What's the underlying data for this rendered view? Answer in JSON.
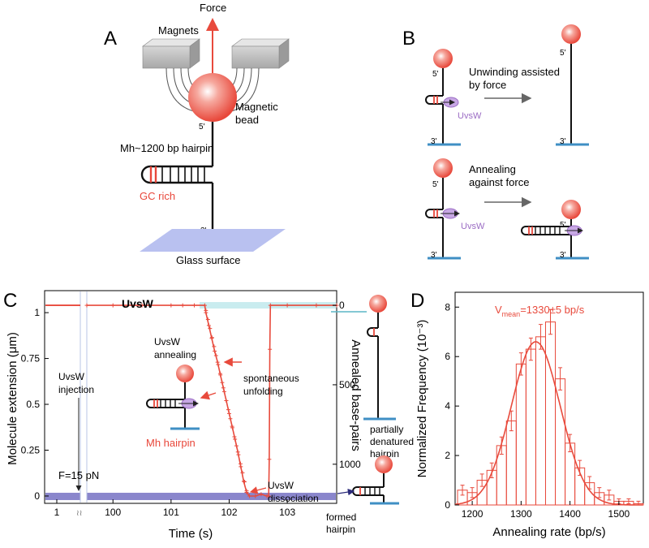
{
  "panel_a": {
    "letter": "A",
    "magnets_label": "Magnets",
    "force_label": "Force",
    "bead_label_1": "Magnetic",
    "bead_label_2": "bead",
    "five_prime": "5'",
    "three_prime": "3'",
    "hairpin_label": "Mh~1200 bp hairpin",
    "gc_label": "GC rich",
    "surface_label": "Glass surface",
    "colors": {
      "bead": "#e8473a",
      "arrow": "#e84a3c",
      "surface": "#b9c1f0",
      "gc": "#e8473a"
    }
  },
  "panel_b": {
    "letter": "B",
    "top_caption_1": "Unwinding assisted",
    "top_caption_2": "by force",
    "bottom_caption_1": "Annealing",
    "bottom_caption_2": "against force",
    "enzyme_label": "UvsW",
    "five_prime": "5'",
    "three_prime": "3'",
    "colors": {
      "enzyme": "#9b6cc4",
      "surface": "#3f8fc4"
    }
  },
  "panel_c": {
    "letter": "C",
    "title": "UvsW",
    "ylabel": "Molecule extension (μm)",
    "y2label": "Annealed base-pairs",
    "xlabel": "Time (s)",
    "force_label": "F=15 pN",
    "injection_label_1": "UvsW",
    "injection_label_2": "injection",
    "annealing_label_1": "UvsW",
    "annealing_label_2": "annealing",
    "hairpin_name": "Mh hairpin",
    "unfolding_label_1": "spontaneous",
    "unfolding_label_2": "unfolding",
    "dissociation_label_1": "UvsW",
    "dissociation_label_2": "dissociation",
    "partial_label_1": "partially",
    "partial_label_2": "denatured",
    "partial_label_3": "hairpin",
    "formed_label_1": "formed",
    "formed_label_2": "hairpin",
    "break_mark": "≀≀"
  },
  "panel_d": {
    "letter": "D",
    "vmean_label": "V",
    "vmean_sub": "mean",
    "vmean_value": "=1330±5 bp/s"
  },
  "chart_data": [
    {
      "id": "panel_c",
      "type": "line",
      "xlabel": "Time (s)",
      "ylabel": "Molecule extension (μm)",
      "y2label": "Annealed base-pairs",
      "x_ticks": [
        "1",
        "100",
        "101",
        "102",
        "103"
      ],
      "y_ticks": [
        "0",
        "0.25",
        "0.5",
        "0.75",
        "1"
      ],
      "y2_ticks": [
        "0",
        "500",
        "1000"
      ],
      "ylim": [
        -0.04,
        1.12
      ],
      "series": [
        {
          "points": [
            [
              99.55,
              1.04
            ],
            [
              100,
              1.04
            ],
            [
              100.5,
              1.04
            ],
            [
              101,
              1.04
            ],
            [
              101.2,
              1.04
            ],
            [
              101.4,
              1.04
            ],
            [
              101.58,
              1.04
            ],
            [
              101.6,
              1.0
            ],
            [
              101.65,
              0.93
            ],
            [
              101.7,
              0.86
            ],
            [
              101.75,
              0.79
            ],
            [
              101.8,
              0.73
            ],
            [
              101.85,
              0.66
            ],
            [
              101.9,
              0.59
            ],
            [
              101.95,
              0.52
            ],
            [
              102.0,
              0.45
            ],
            [
              102.05,
              0.38
            ],
            [
              102.1,
              0.31
            ],
            [
              102.15,
              0.24
            ],
            [
              102.2,
              0.16
            ],
            [
              102.25,
              0.08
            ],
            [
              102.3,
              0.02
            ],
            [
              102.35,
              0.0
            ],
            [
              102.45,
              0.0
            ],
            [
              102.55,
              0.01
            ],
            [
              102.65,
              0.0
            ],
            [
              102.68,
              0.0
            ],
            [
              102.69,
              0.2
            ],
            [
              102.7,
              0.8
            ],
            [
              102.71,
              1.04
            ],
            [
              103,
              1.04
            ],
            [
              103.5,
              1.04
            ],
            [
              103.85,
              1.04
            ]
          ]
        }
      ],
      "baselines": {
        "upper_band": 1.04,
        "lower_band": 0.0
      }
    },
    {
      "id": "panel_d",
      "type": "bar",
      "xlabel": "Annealing rate (bp/s)",
      "ylabel": "Normalized Frequency (10⁻³)",
      "x_ticks": [
        "1200",
        "1300",
        "1400",
        "1500"
      ],
      "y_ticks": [
        "0",
        "2",
        "4",
        "6",
        "8"
      ],
      "xlim": [
        1165,
        1550
      ],
      "ylim": [
        0,
        8.6
      ],
      "bin_width": 20,
      "bins_start": [
        1170,
        1190,
        1210,
        1230,
        1250,
        1270,
        1290,
        1310,
        1330,
        1350,
        1370,
        1390,
        1410,
        1430,
        1450,
        1470,
        1490,
        1510,
        1530
      ],
      "values": [
        0.6,
        0.5,
        1.0,
        1.4,
        2.4,
        3.4,
        5.7,
        6.3,
        6.8,
        7.4,
        5.1,
        2.5,
        1.5,
        0.9,
        0.5,
        0.4,
        0.15,
        0.15,
        0.05
      ],
      "errors": [
        0.2,
        0.2,
        0.25,
        0.3,
        0.35,
        0.4,
        0.45,
        0.45,
        0.5,
        0.5,
        0.45,
        0.35,
        0.3,
        0.25,
        0.2,
        0.2,
        0.1,
        0.1,
        0.1
      ],
      "fit": {
        "type": "gaussian",
        "mean": 1330,
        "amplitude": 6.6,
        "sigma": 50
      }
    }
  ]
}
